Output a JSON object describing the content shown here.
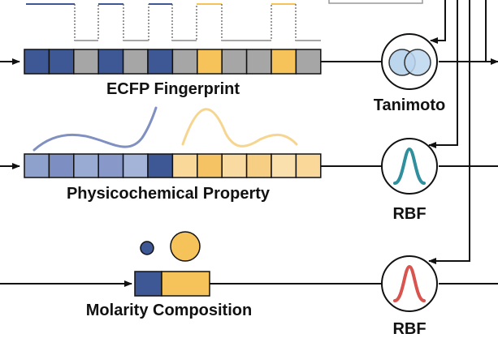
{
  "labels": {
    "ecfp": "ECFP Fingerprint",
    "physchem": "Physicochemical Property",
    "molarity": "Molarity Composition",
    "tanimoto": "Tanimoto",
    "rbf_1": "RBF",
    "rbf_2": "RBF"
  },
  "ecfp_bits": [
    "blue",
    "blue",
    "gray",
    "blue",
    "gray",
    "blue",
    "gray",
    "yellow",
    "gray",
    "gray",
    "yellow",
    "gray"
  ],
  "physchem_cells": [
    "#8ea0cc",
    "#7d8fc2",
    "#9aabd3",
    "#8899c9",
    "#a4b3d8",
    "#3e5896",
    "#f9d89a",
    "#f5c363",
    "#f9daa0",
    "#f7cf84",
    "#fae0ad",
    "#f9d89a"
  ],
  "molarity_cells": [
    "#3e5896",
    "#f5c35a"
  ],
  "colors": {
    "blue": "#3e5896",
    "gray": "#a6a6a6",
    "yellow": "#f5c35a",
    "light_blue": "#bcd6ee",
    "teal": "#2f8f9d",
    "red": "#d9534f",
    "line": "#111111"
  }
}
